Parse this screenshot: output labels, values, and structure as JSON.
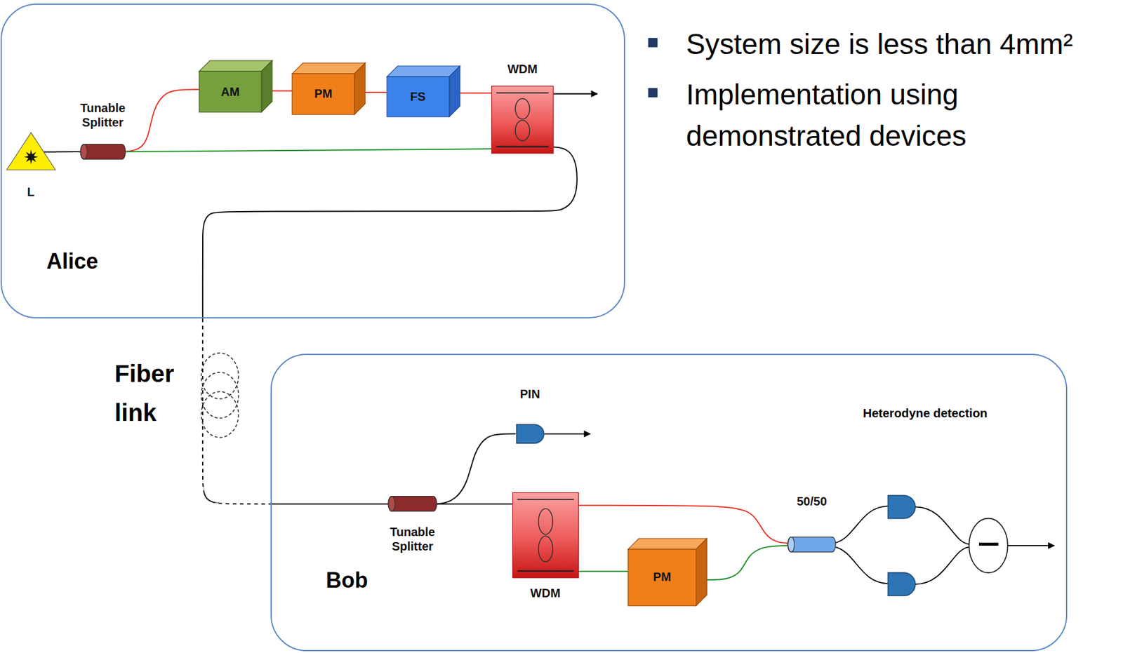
{
  "diagram": {
    "nodes": [
      {
        "text": [
          "Alice"
        ]
      },
      {
        "text": [
          "L"
        ],
        "in": 0
      },
      {
        "text": [
          "Tunable Splitter"
        ],
        "in": 0
      },
      {
        "text": [
          "AM"
        ],
        "in": 0
      },
      {
        "text": [
          "PM"
        ],
        "in": 0
      },
      {
        "text": [
          "FS"
        ],
        "in": 0
      },
      {
        "text": [
          "WDM"
        ],
        "in": 0
      },
      {
        "text": [
          "Bob"
        ]
      },
      {
        "text": [
          "Tunable Splitter"
        ],
        "in": 7
      },
      {
        "text": [
          "PIN"
        ],
        "in": 7
      },
      {
        "text": [
          "WDM"
        ],
        "in": 7
      },
      {
        "text": [
          "PM"
        ],
        "in": 7
      },
      {
        "text": [
          "50/50"
        ],
        "in": 7
      }
    ],
    "edges": [
      {
        "from": 1,
        "to": 2,
        "arrow": "none"
      },
      {
        "from": 2,
        "to": 3,
        "arrow": "none"
      },
      {
        "from": 3,
        "to": 4,
        "arrow": "none"
      },
      {
        "from": 4,
        "to": 5,
        "arrow": "none"
      },
      {
        "from": 5,
        "to": 6,
        "arrow": "none"
      },
      {
        "from": 2,
        "to": 6,
        "arrow": "none"
      },
      {
        "from": 6,
        "to": 8,
        "arrow": "none"
      },
      {
        "from": 8,
        "to": 9,
        "arrow": "none"
      },
      {
        "from": 8,
        "to": 10,
        "arrow": "none"
      },
      {
        "from": 10,
        "to": 12,
        "arrow": "none"
      },
      {
        "from": 10,
        "to": 11,
        "arrow": "none"
      },
      {
        "from": 11,
        "to": 12,
        "arrow": "none"
      }
    ],
    "labels": [
      "System size is less than 4mm²",
      "Implementation using demonstrated devices",
      "Fiber link",
      "Heterodyne detection"
    ]
  }
}
